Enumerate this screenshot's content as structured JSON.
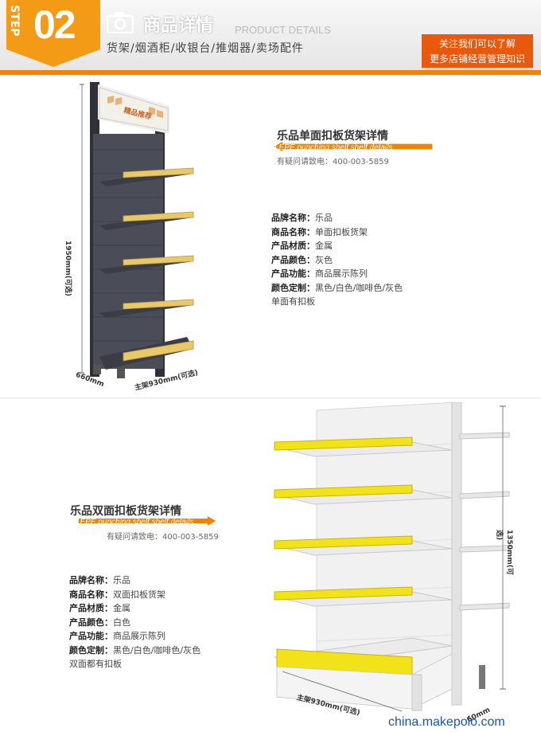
{
  "header": {
    "step_label": "STEP",
    "step_number": "02",
    "title_cn": "商品详情",
    "title_en": "PRODUCT DETAILS",
    "subtitle": "货架/烟酒柜/收银台/推烟器/卖场配件",
    "follow_line1": "关注我们可以了解",
    "follow_line2": "更多店铺经营管理知识"
  },
  "single_shelf": {
    "title": "乐品单面扣板货架详情",
    "subtitle_en": "LEPE punching shelf shelf details",
    "hotline": "有疑问请致电：400-003-5859",
    "sign_text": "精品推荐",
    "specs": [
      {
        "label": "品牌名称：",
        "value": "乐品"
      },
      {
        "label": "商品名称：",
        "value": "单面扣板货架"
      },
      {
        "label": "产品材质：",
        "value": "金属"
      },
      {
        "label": "产品颜色：",
        "value": "灰色"
      },
      {
        "label": "产品功能：",
        "value": "商品展示陈列"
      },
      {
        "label": "颜色定制：",
        "value": "黑色/白色/咖啡色/灰色"
      }
    ],
    "note": "单面有扣板",
    "dim_height": "1950mm(可选)",
    "dim_depth": "660mm",
    "dim_width": "主架930mm(可选)"
  },
  "double_shelf": {
    "title": "乐品双面扣板货架详情",
    "subtitle_en": "LEPE punching shelf shelf details",
    "hotline": "有疑问请致电：400-003-5859",
    "specs": [
      {
        "label": "品牌名称：",
        "value": "乐品"
      },
      {
        "label": "商品名称：",
        "value": "双面扣板货架"
      },
      {
        "label": "产品材质：",
        "value": "金属"
      },
      {
        "label": "产品颜色：",
        "value": "白色"
      },
      {
        "label": "产品功能：",
        "value": "商品展示陈列"
      },
      {
        "label": "颜色定制：",
        "value": "黑色/白色/咖啡色/灰色"
      }
    ],
    "note": "双面都有扣板",
    "dim_height": "1350mm(可选)",
    "dim_width": "主架930mm(可选)",
    "dim_depth": "60mm"
  },
  "watermark": "china.makepolo.com",
  "colors": {
    "accent": "#f39a16",
    "arrow": "#f08300",
    "gold_rail": "#e5c05a",
    "yellow_rail": "#f2e21a"
  }
}
